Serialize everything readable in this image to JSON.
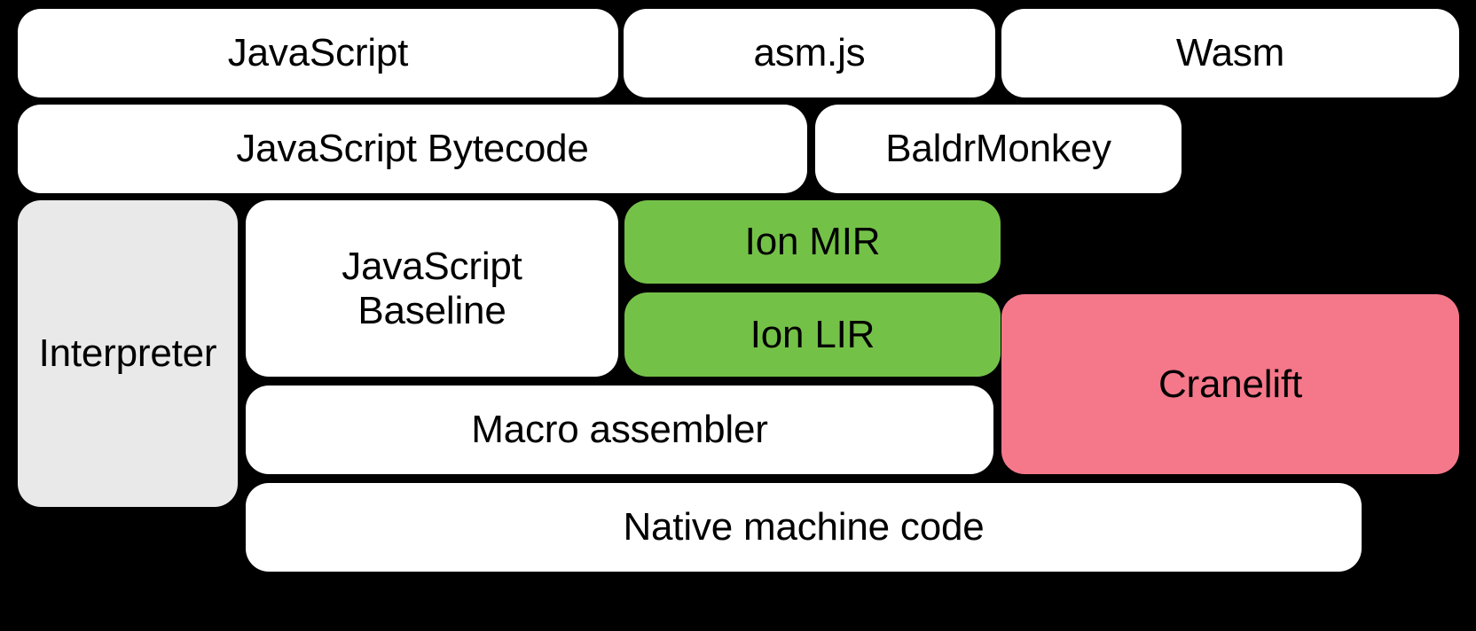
{
  "diagram": {
    "type": "block-stack",
    "background_color": "#000000",
    "legend_colors": {
      "white": "#ffffff",
      "grey": "#e9e9e9",
      "green": "#74c148",
      "pink": "#f5788a",
      "text": "#000000"
    },
    "rows": [
      {
        "row_name": "source-languages",
        "nodes": [
          {
            "id": "javascript",
            "label": "JavaScript",
            "color": "white"
          },
          {
            "id": "asmjs",
            "label": "asm.js",
            "color": "white"
          },
          {
            "id": "wasm",
            "label": "Wasm",
            "color": "white"
          }
        ]
      },
      {
        "row_name": "front-end-representations",
        "nodes": [
          {
            "id": "bytecode",
            "label": "JavaScript Bytecode",
            "color": "white"
          },
          {
            "id": "baldrmonkey",
            "label": "BaldrMonkey",
            "color": "white"
          }
        ]
      },
      {
        "row_name": "tiers",
        "nodes": [
          {
            "id": "interpreter",
            "label": "Interpreter",
            "color": "grey"
          },
          {
            "id": "jsbaseline",
            "label": "JavaScript\nBaseline",
            "color": "white"
          },
          {
            "id": "ionmir",
            "label": "Ion MIR",
            "color": "green"
          },
          {
            "id": "ionlir",
            "label": "Ion LIR",
            "color": "green"
          },
          {
            "id": "cranelift",
            "label": "Cranelift",
            "color": "pink"
          }
        ]
      },
      {
        "row_name": "code-emission",
        "nodes": [
          {
            "id": "macroassembler",
            "label": "Macro assembler",
            "color": "white"
          }
        ]
      },
      {
        "row_name": "output",
        "nodes": [
          {
            "id": "nativecode",
            "label": "Native machine code",
            "color": "white"
          }
        ]
      }
    ]
  }
}
